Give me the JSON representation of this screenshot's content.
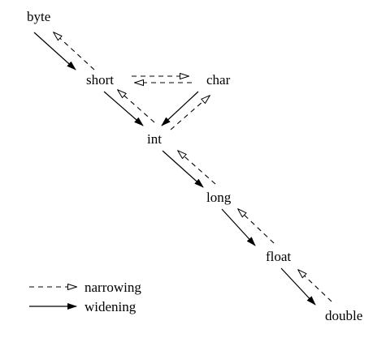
{
  "nodes": [
    {
      "id": "byte",
      "label": "byte"
    },
    {
      "id": "short",
      "label": "short"
    },
    {
      "id": "char",
      "label": "char"
    },
    {
      "id": "int",
      "label": "int"
    },
    {
      "id": "long",
      "label": "long"
    },
    {
      "id": "float",
      "label": "float"
    },
    {
      "id": "double",
      "label": "double"
    }
  ],
  "edges": [
    {
      "from": "byte",
      "to": "short",
      "kind": "widening"
    },
    {
      "from": "short",
      "to": "byte",
      "kind": "narrowing"
    },
    {
      "from": "short",
      "to": "char",
      "kind": "narrowing"
    },
    {
      "from": "char",
      "to": "short",
      "kind": "narrowing"
    },
    {
      "from": "short",
      "to": "int",
      "kind": "widening"
    },
    {
      "from": "int",
      "to": "short",
      "kind": "narrowing"
    },
    {
      "from": "char",
      "to": "int",
      "kind": "widening"
    },
    {
      "from": "int",
      "to": "char",
      "kind": "narrowing"
    },
    {
      "from": "int",
      "to": "long",
      "kind": "widening"
    },
    {
      "from": "long",
      "to": "int",
      "kind": "narrowing"
    },
    {
      "from": "long",
      "to": "float",
      "kind": "widening"
    },
    {
      "from": "float",
      "to": "long",
      "kind": "narrowing"
    },
    {
      "from": "float",
      "to": "double",
      "kind": "widening"
    },
    {
      "from": "double",
      "to": "float",
      "kind": "narrowing"
    }
  ],
  "legend": {
    "narrowing_label": "narrowing",
    "widening_label": "widening"
  }
}
